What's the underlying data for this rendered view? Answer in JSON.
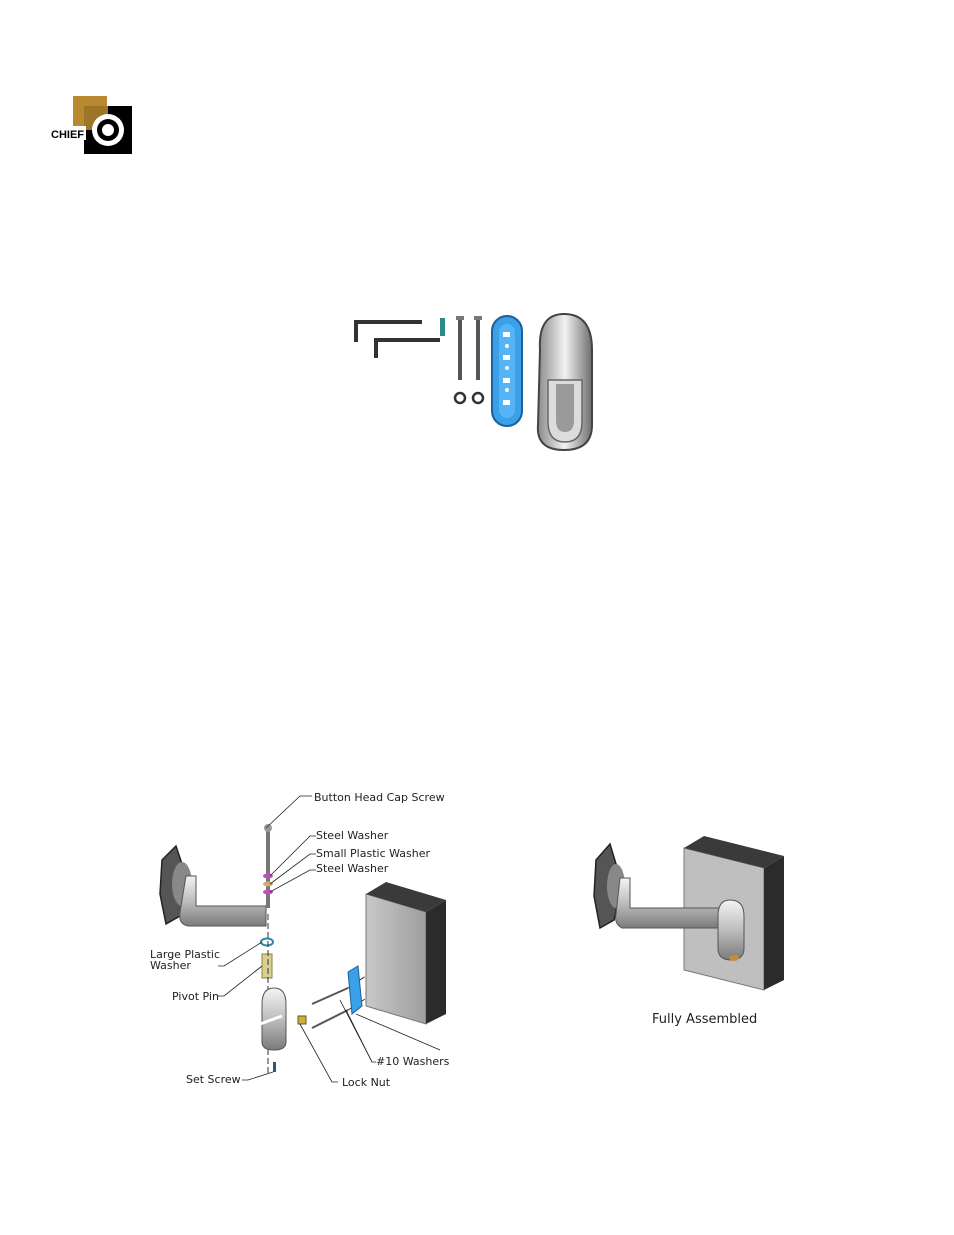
{
  "logo": {
    "text": "CHIEF"
  },
  "exploded": {
    "labels": {
      "button_head_cap_screw": "Button Head Cap Screw",
      "steel_washer_top": "Steel Washer",
      "small_plastic_washer": "Small Plastic Washer",
      "steel_washer_bottom": "Steel Washer",
      "large_plastic_washer_line1": "Large Plastic",
      "large_plastic_washer_line2": "Washer",
      "pivot_pin": "Pivot Pin",
      "set_screw": "Set Screw",
      "lock_nut": "Lock Nut",
      "washers_10": "#10 Washers"
    }
  },
  "assembled": {
    "caption": "Fully Assembled"
  },
  "colors": {
    "logo_gold": "#b8892f",
    "plate_blue": "#3aa0e8",
    "washer_purple": "#c050c0"
  }
}
